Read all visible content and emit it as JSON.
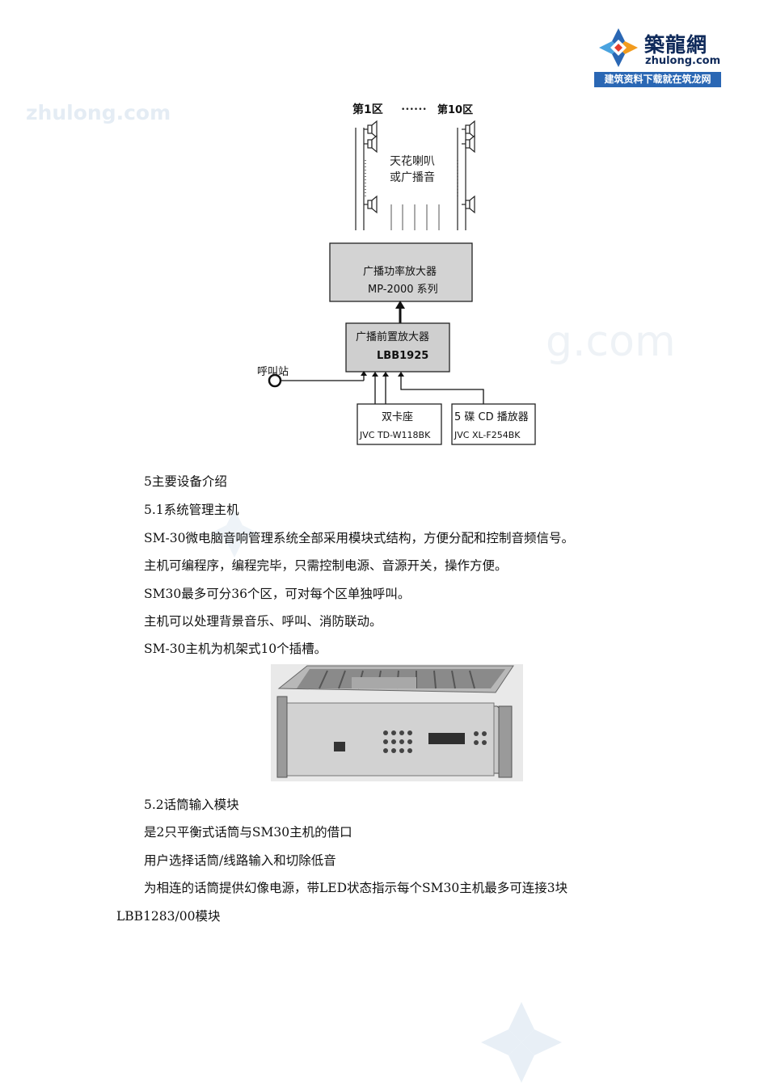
{
  "logo": {
    "name_cn": "築龍網",
    "name_en": "zhulong.com",
    "slogan": "建筑资料下载就在筑龙网"
  },
  "watermarks": {
    "top_left": "zhulong.com",
    "middle_right": "g.com"
  },
  "diagram": {
    "zone_first": "第1区",
    "zone_dots": "••••••",
    "zone_last": "第10区",
    "speakers_label_line1": "天花喇叭",
    "speakers_label_line2": "或广播音",
    "power_amp_line1": "广播功率放大器",
    "power_amp_line2": "MP-2000 系列",
    "pre_amp_line1": "广播前置放大器",
    "pre_amp_line2": "LBB1925",
    "call_station": "呼叫站",
    "deck_line1": "双卡座",
    "deck_line2": "JVC TD-W118BK",
    "cd_line1": "5 碟 CD 播放器",
    "cd_line2": "JVC XL-F254BK"
  },
  "body": {
    "section5": "5主要设备介绍",
    "section5_1": "5.1系统管理主机",
    "p1": "SM-30微电脑音响管理系统全部采用模块式结构，方便分配和控制音频信号。",
    "p2": "主机可编程序，编程完毕，只需控制电源、音源开关，操作方便。",
    "p3": "SM30最多可分36个区，可对每个区单独呼叫。",
    "p4": "主机可以处理背景音乐、呼叫、消防联动。",
    "p5": "SM-30主机为机架式10个插槽。",
    "section5_2": "5.2话筒输入模块",
    "p6": "是2只平衡式话筒与SM30主机的借口",
    "p7": "用户选择话筒/线路输入和切除低音",
    "p8": "为相连的话筒提供幻像电源，带LED状态指示每个SM30主机最多可连接3块",
    "p9": "LBB1283/00模块"
  }
}
